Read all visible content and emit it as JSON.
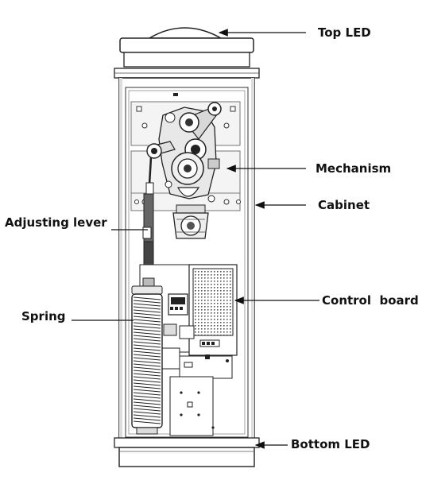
{
  "labels": {
    "top_led": "Top LED",
    "mechanism": "Mechanism",
    "cabinet": "Cabinet",
    "adjusting_lever": "Adjusting lever",
    "control_board": "Control  board",
    "spring": "Spring",
    "bottom_led": "Bottom LED"
  }
}
